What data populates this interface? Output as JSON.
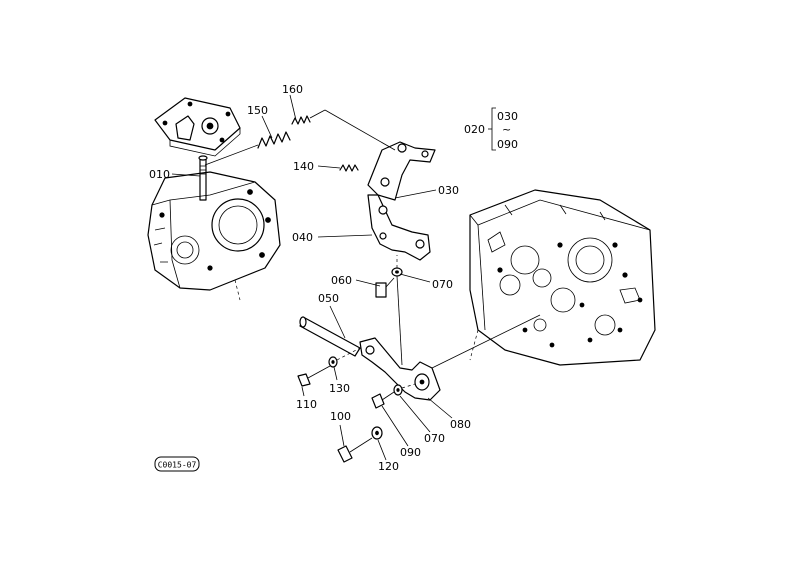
{
  "diagram": {
    "reference_code": "C0015-07",
    "group": {
      "id": "020",
      "members": [
        "030",
        "090"
      ]
    },
    "callouts": [
      {
        "id": "c160",
        "label": "160"
      },
      {
        "id": "c150",
        "label": "150"
      },
      {
        "id": "c010",
        "label": "010"
      },
      {
        "id": "c140",
        "label": "140"
      },
      {
        "id": "c030",
        "label": "030"
      },
      {
        "id": "c040",
        "label": "040"
      },
      {
        "id": "c060",
        "label": "060"
      },
      {
        "id": "c070a",
        "label": "070"
      },
      {
        "id": "c050",
        "label": "050"
      },
      {
        "id": "c130",
        "label": "130"
      },
      {
        "id": "c110",
        "label": "110"
      },
      {
        "id": "c100",
        "label": "100"
      },
      {
        "id": "c080",
        "label": "080"
      },
      {
        "id": "c070b",
        "label": "070"
      },
      {
        "id": "c090",
        "label": "090"
      },
      {
        "id": "c120",
        "label": "120"
      }
    ]
  }
}
